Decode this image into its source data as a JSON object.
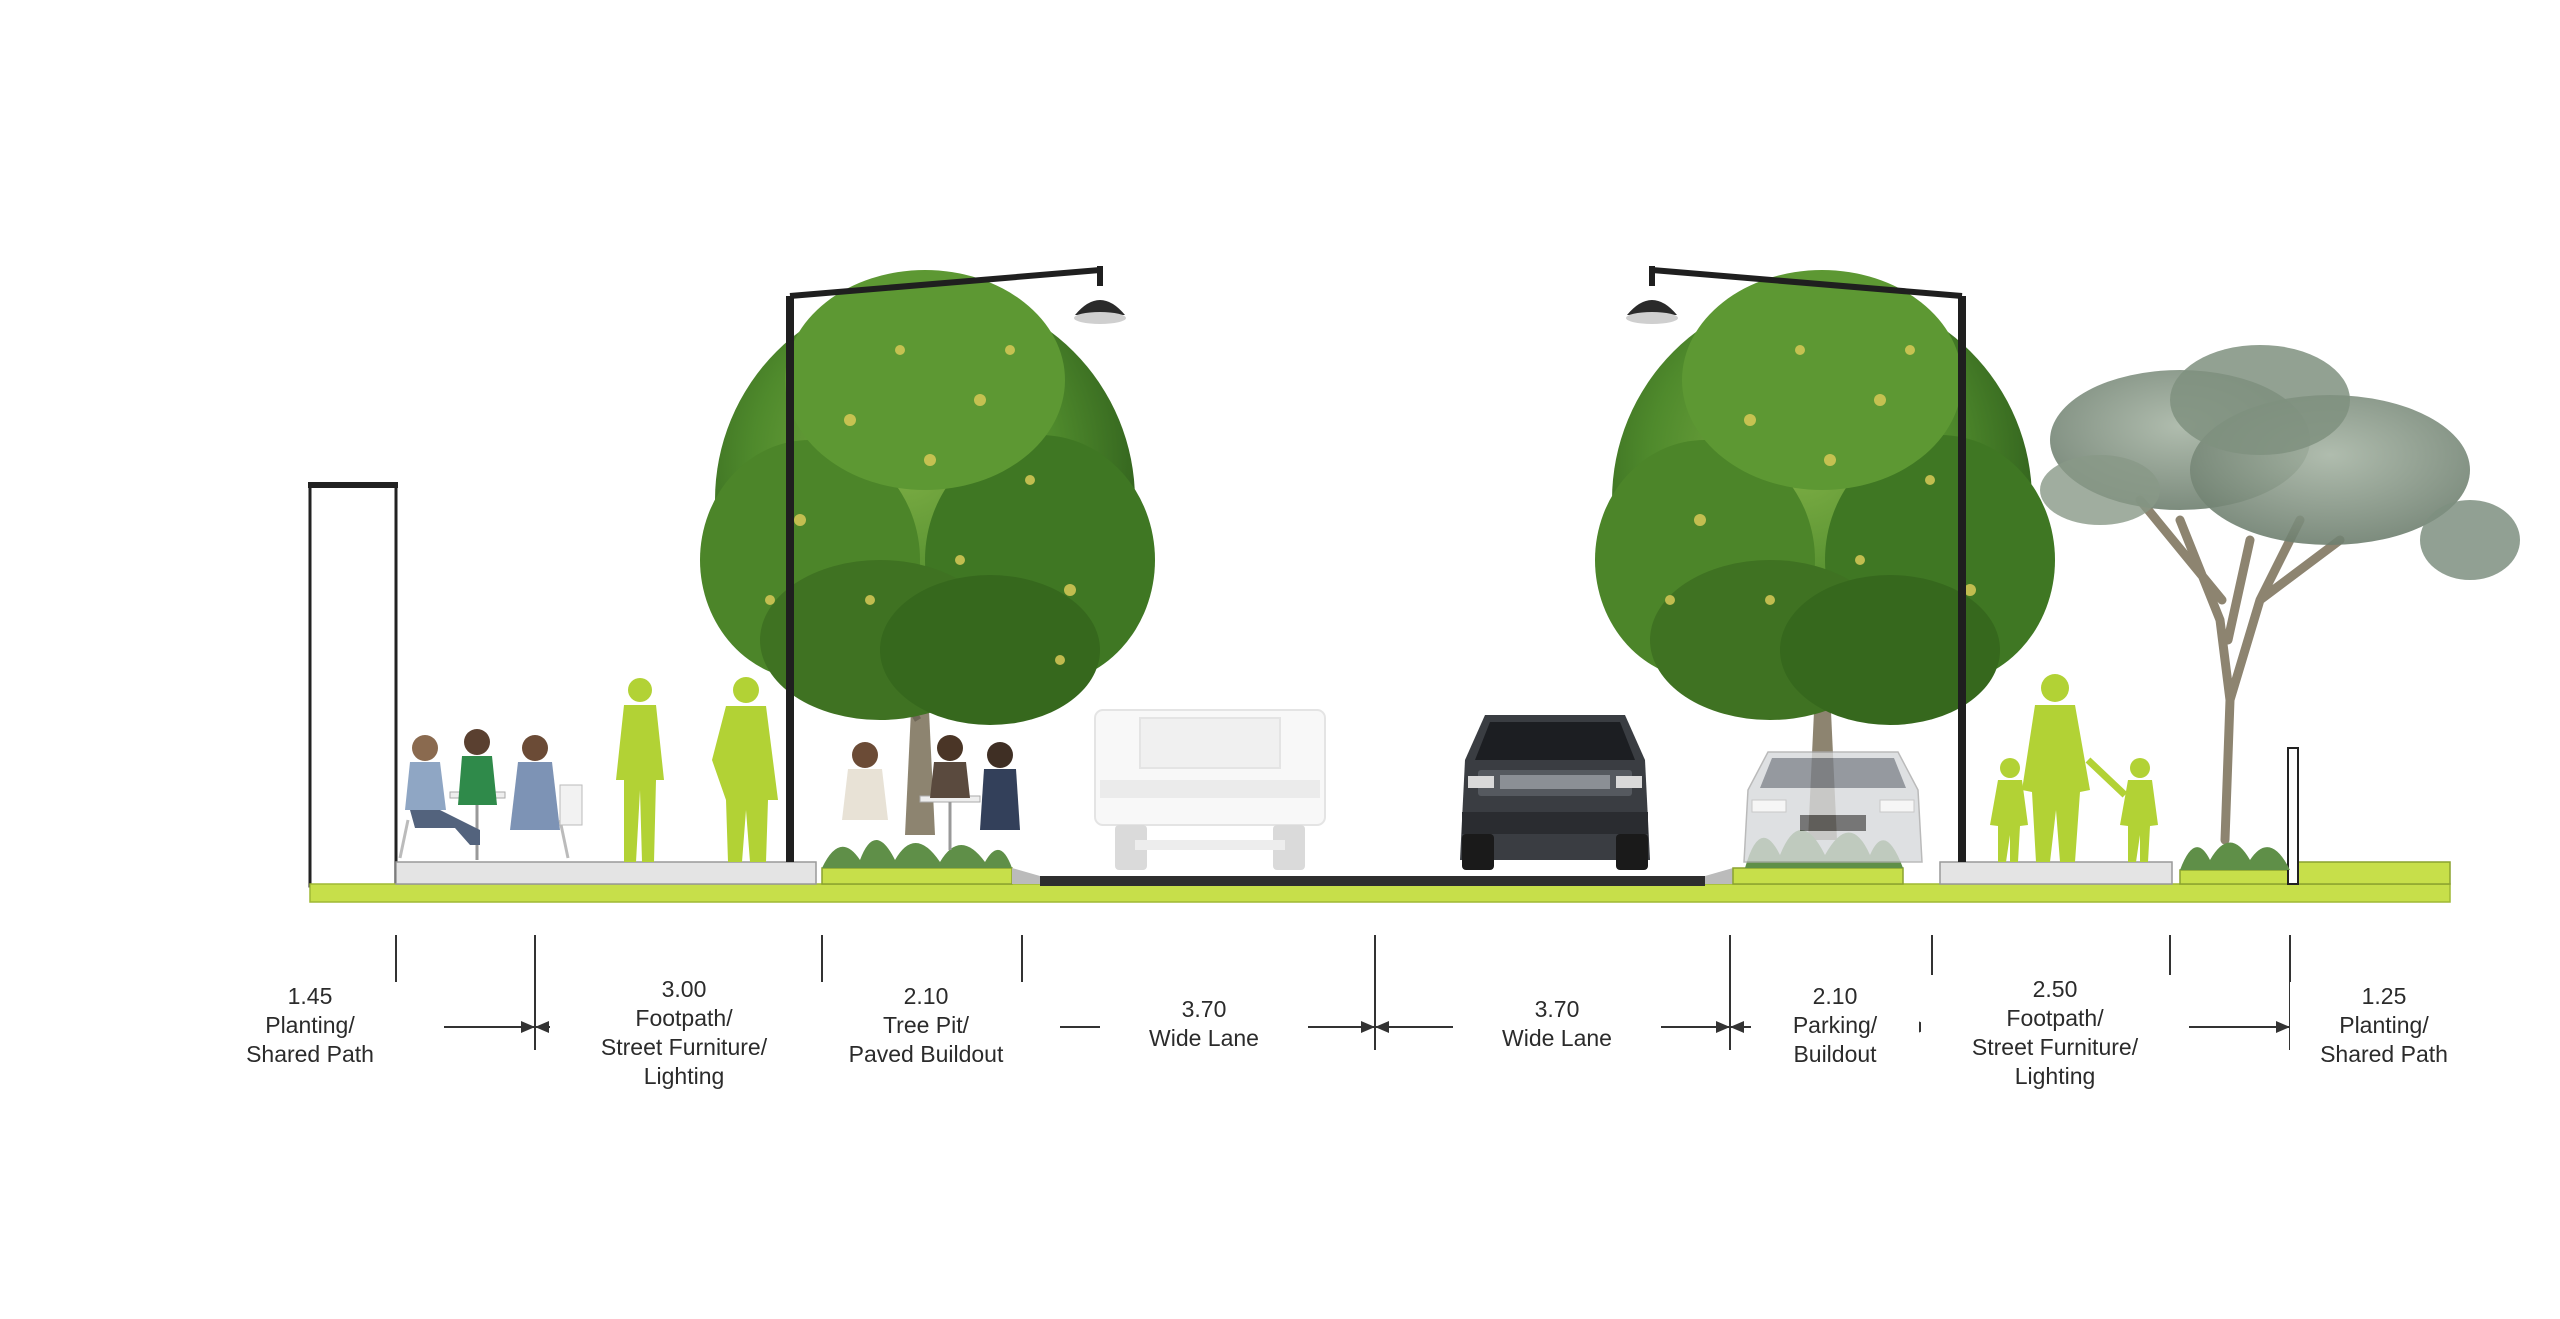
{
  "colors": {
    "lime": "#b2d235",
    "ground_band": "#c7df4a",
    "paving": "#e4e4e4",
    "road": "#2e2e2e",
    "tree_leaf": "#4f8a2c",
    "tree_leaf_light": "#79ab3f",
    "tree_leaf_dark": "#2f5e1c",
    "blossom": "#d8c957",
    "gum_leaf": "#8a9a8c",
    "trunk": "#8d8470",
    "pole": "#1f1f1f",
    "dimension_line": "#333333"
  },
  "icons": [
    "street-lamp-icon",
    "street-tree-icon",
    "eucalyptus-tree-icon",
    "pedestrian-silhouette-icon",
    "family-silhouette-icon",
    "cafe-seating-icon",
    "ute-vehicle-icon",
    "suv-vehicle-icon",
    "sedan-vehicle-icon",
    "building-facade-icon",
    "bollard-icon"
  ],
  "segments": [
    {
      "width": "1.45",
      "desc": [
        "Planting/",
        "Shared Path"
      ]
    },
    {
      "width": "3.00",
      "desc": [
        "Footpath/",
        "Street Furniture/",
        "Lighting"
      ]
    },
    {
      "width": "2.10",
      "desc": [
        "Tree Pit/",
        "Paved Buildout"
      ]
    },
    {
      "width": "3.70",
      "desc": [
        "Wide Lane"
      ]
    },
    {
      "width": "3.70",
      "desc": [
        "Wide Lane"
      ]
    },
    {
      "width": "2.10",
      "desc": [
        "Parking/",
        "Buildout"
      ]
    },
    {
      "width": "2.50",
      "desc": [
        "Footpath/",
        "Street Furniture/",
        "Lighting"
      ]
    },
    {
      "width": "1.25",
      "desc": [
        "Planting/",
        "Shared Path"
      ]
    }
  ]
}
